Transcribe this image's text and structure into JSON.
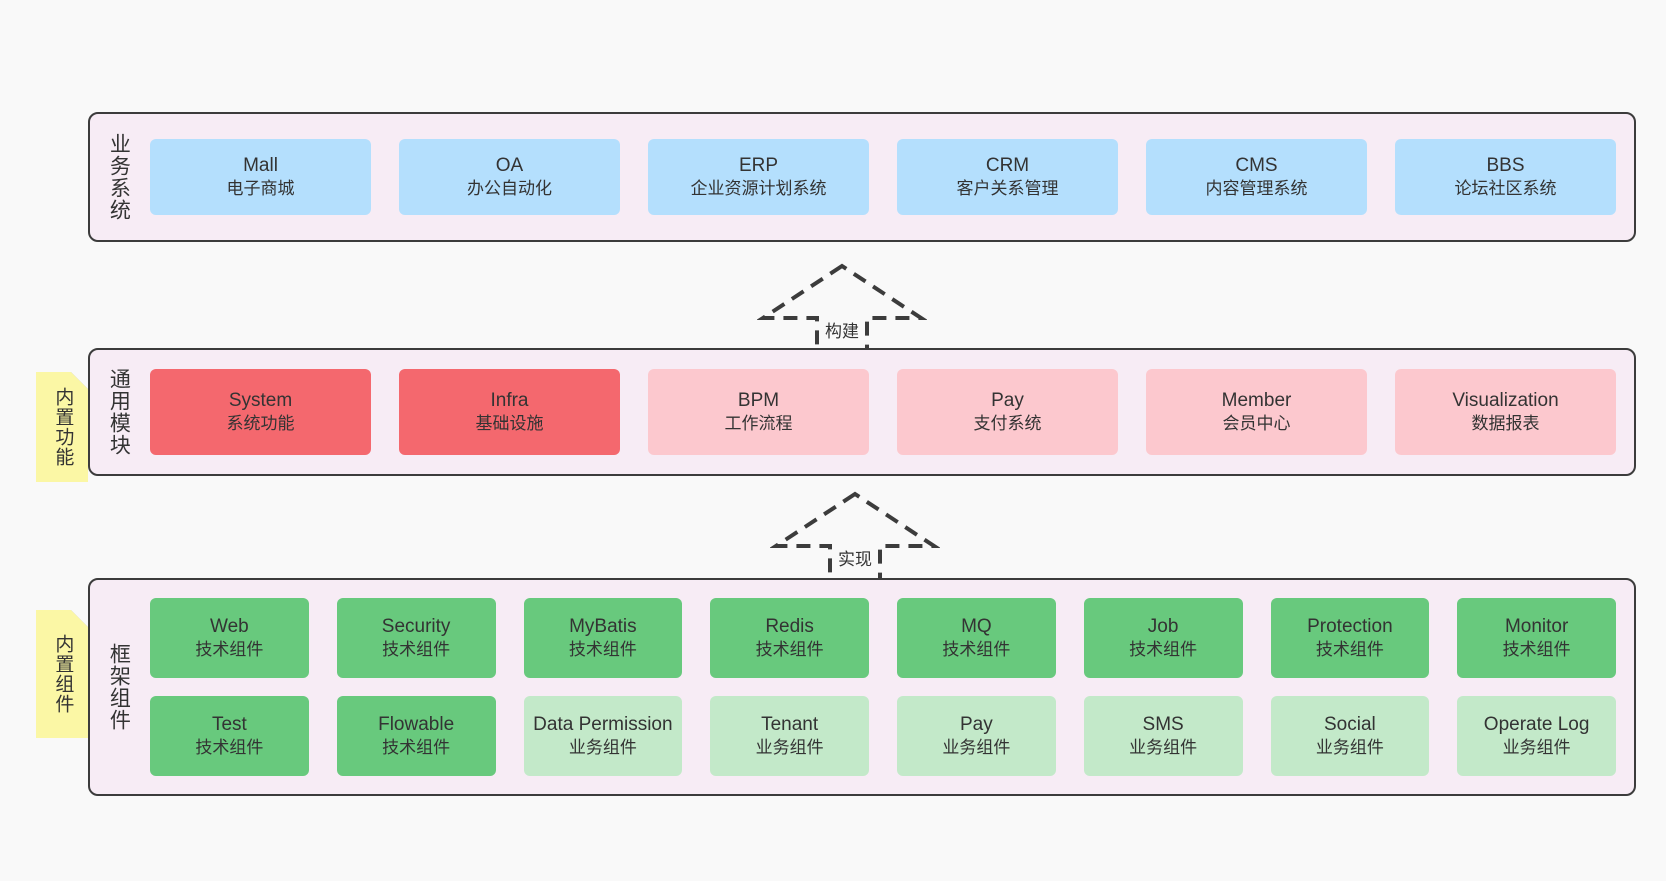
{
  "theme": {
    "page_background": "#f9f9f9",
    "layer_background": "#f7ecf5",
    "layer_border": "#3c3c3c",
    "business_card": "#b4dffd",
    "module_core_card": "#f4686e",
    "module_card": "#fcc8ce",
    "tech_component_card": "#68c97d",
    "biz_component_card": "#c3e9c9",
    "note_background": "#fbf7a5",
    "note_fold": "#d0d0d0",
    "text": "#333333"
  },
  "layers": {
    "business": {
      "title": "业务系统",
      "cards": [
        {
          "name": "Mall",
          "desc": "电子商城"
        },
        {
          "name": "OA",
          "desc": "办公自动化"
        },
        {
          "name": "ERP",
          "desc": "企业资源计划系统"
        },
        {
          "name": "CRM",
          "desc": "客户关系管理"
        },
        {
          "name": "CMS",
          "desc": "内容管理系统"
        },
        {
          "name": "BBS",
          "desc": "论坛社区系统"
        }
      ]
    },
    "modules": {
      "title": "通用模块",
      "note": "内置功能",
      "cards": [
        {
          "name": "System",
          "desc": "系统功能",
          "style": "core"
        },
        {
          "name": "Infra",
          "desc": "基础设施",
          "style": "core"
        },
        {
          "name": "BPM",
          "desc": "工作流程",
          "style": "normal"
        },
        {
          "name": "Pay",
          "desc": "支付系统",
          "style": "normal"
        },
        {
          "name": "Member",
          "desc": "会员中心",
          "style": "normal"
        },
        {
          "name": "Visualization",
          "desc": "数据报表",
          "style": "normal"
        }
      ]
    },
    "framework": {
      "title": "框架组件",
      "note": "内置组件",
      "row1": [
        {
          "name": "Web",
          "desc": "技术组件"
        },
        {
          "name": "Security",
          "desc": "技术组件"
        },
        {
          "name": "MyBatis",
          "desc": "技术组件"
        },
        {
          "name": "Redis",
          "desc": "技术组件"
        },
        {
          "name": "MQ",
          "desc": "技术组件"
        },
        {
          "name": "Job",
          "desc": "技术组件"
        },
        {
          "name": "Protection",
          "desc": "技术组件"
        },
        {
          "name": "Monitor",
          "desc": "技术组件"
        }
      ],
      "row2": [
        {
          "name": "Test",
          "desc": "技术组件",
          "style": "tech"
        },
        {
          "name": "Flowable",
          "desc": "技术组件",
          "style": "tech"
        },
        {
          "name": "Data Permission",
          "desc": "业务组件",
          "style": "biz"
        },
        {
          "name": "Tenant",
          "desc": "业务组件",
          "style": "biz"
        },
        {
          "name": "Pay",
          "desc": "业务组件",
          "style": "biz"
        },
        {
          "name": "SMS",
          "desc": "业务组件",
          "style": "biz"
        },
        {
          "name": "Social",
          "desc": "业务组件",
          "style": "biz"
        },
        {
          "name": "Operate Log",
          "desc": "业务组件",
          "style": "biz"
        }
      ]
    }
  },
  "connectors": [
    {
      "id": "build",
      "label": "构建"
    },
    {
      "id": "realize",
      "label": "实现"
    }
  ]
}
